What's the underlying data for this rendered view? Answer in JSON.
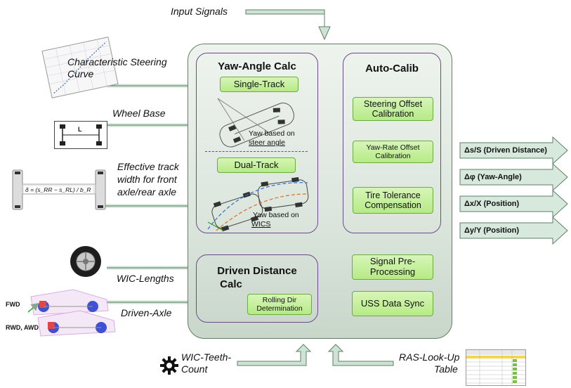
{
  "inputs": {
    "input_signals": "Input Signals",
    "characteristic_steering": "Characteristic Steering",
    "curve": "Curve",
    "wheel_base": "Wheel Base",
    "effective_track_1": "Effective track",
    "effective_track_2": "width for front",
    "effective_track_3": "axle/rear axle",
    "wic_lengths": "WIC-Lengths",
    "driven_axle": "Driven-Axle",
    "wic_teeth_1": "WIC-Teeth-",
    "wic_teeth_2": "Count",
    "ras_1": "RAS-Look-Up",
    "ras_2": "Table",
    "fwd": "FWD",
    "rwd_awd": "RWD, AWD",
    "wheelbase_symbol": "L",
    "track_formula": "δ = (s_RR − s_RL) / b_R"
  },
  "yaw": {
    "title": "Yaw-Angle Calc",
    "single_track": "Single-Track",
    "note1_line1": "Yaw based on",
    "note1_line2": "steer angle",
    "dual_track": "Dual-Track",
    "note2_line1": "Yaw based on",
    "note2_line2": "WICS"
  },
  "calib": {
    "title": "Auto-Calib",
    "steering_offset": "Steering Offset Calibration",
    "yaw_rate_offset": "Yaw-Rate Offset Calibration",
    "tire_tolerance": "Tire Tolerance Compensation"
  },
  "driven": {
    "title_1": "Driven Distance",
    "title_2": "Calc",
    "rolling_dir": "Rolling Dir Determination"
  },
  "extra": {
    "signal_pre": "Signal Pre-Processing",
    "uss_sync": "USS Data Sync"
  },
  "outputs": [
    "Δs/S (Driven Distance)",
    "Δφ (Yaw-Angle)",
    "Δx/X (Position)",
    "Δy/Y (Position)"
  ],
  "colors": {
    "arrow_fill": "#cfe3d4",
    "arrow_stroke": "#5f7f68",
    "button_fill": "#c6f09c",
    "panel_border": "#6b4a8a"
  }
}
